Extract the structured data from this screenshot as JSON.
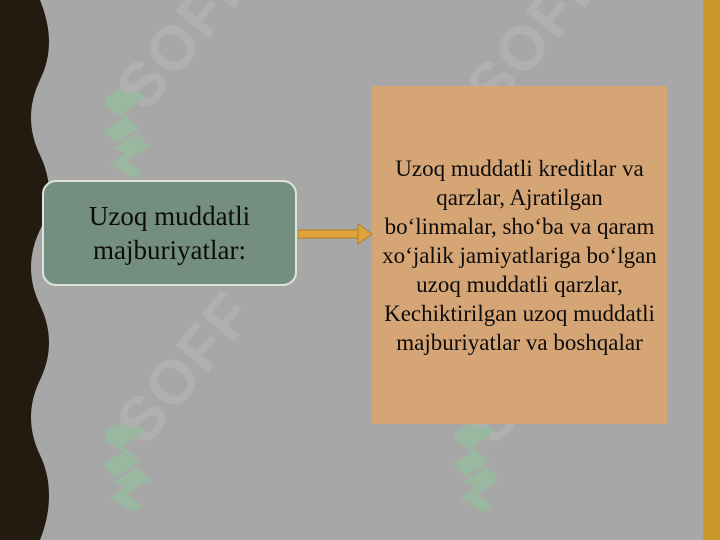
{
  "watermark": {
    "text": "SOFF"
  },
  "diagram": {
    "source_label": "Uzoq muddatli majburiyatlar:",
    "target_text": "Uzoq muddatli kreditlar va qarzlar, Ajratilgan bo‘linmalar, sho‘ba va qaram xo‘jalik jamiyatlariga bo‘lgan uzoq muddatli qarzlar, Kechiktirilgan uzoq muddatli majburiyatlar va boshqalar"
  },
  "colors": {
    "background": "#a7a7a7",
    "wavy_edge": "#241b10",
    "accent_bar": "#c9992c",
    "source_box": "#748e80",
    "target_box": "#d6a575",
    "arrow": "#e0a53a",
    "watermark_logo": "#8fc79a"
  }
}
